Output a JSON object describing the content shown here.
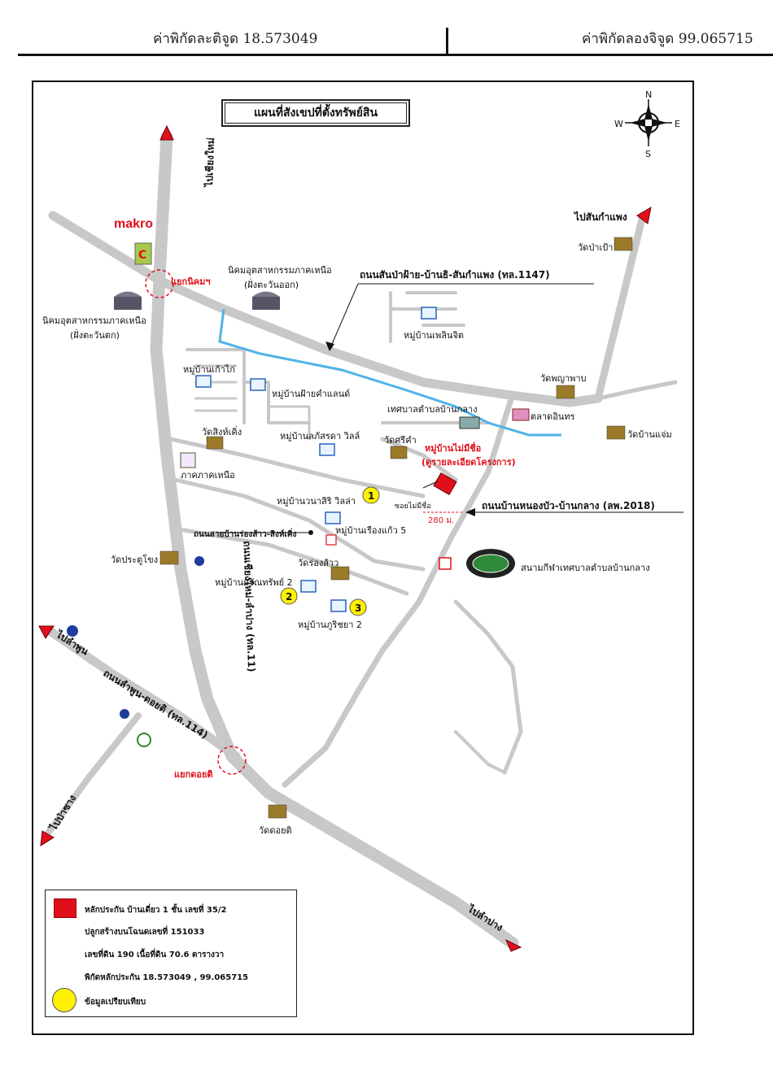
{
  "header": {
    "latitude_text": "ค่าพิกัดละติจูด 18.573049",
    "longitude_text": "ค่าพิกัดลองจิจูด 99.065715"
  },
  "map": {
    "title": "แผนที่สังเขปที่ตั้งทรัพย์สิน",
    "compass": {
      "n": "N",
      "s": "S",
      "e": "E",
      "w": "W"
    },
    "roads": {
      "to_chiang_mai": "ไปเชียงใหม่",
      "to_san_kamphaeng": "ไปสันกำแพง",
      "to_lamphun": "ไปลำพูน",
      "to_pa_sang": "ไปป่าซาง",
      "to_lampang": "ไปลำปาง",
      "hwy_1147": "ถนนสันป่าฝ้าย-บ้านธิ-สันกำแพง (ทล.1147)",
      "hwy_11": "ถนนเชียงใหม่-ลำปาง (ทล.11)",
      "hwy_114": "ถนนลำพูน-ดอยติ (ทล.114)",
      "lp_2018": "ถนนบ้านหนองบัว-บ้านกลาง (ลพ.2018)",
      "soi_rong_sao": "ถนนสายบ้านร่องส้าว-สิงห์เคิ่ง"
    },
    "places": {
      "makro": "makro",
      "yaek_nikhom": "แยกนิคมฯ",
      "yaek_doi_ti": "แยกดอยติ",
      "ind_east_1": "นิคมอุตสาหกรรมภาคเหนือ",
      "ind_east_2": "(ฝั่งตะวันออก)",
      "ind_west_1": "นิคมอุตสาหกรรมภาคเหนือ",
      "ind_west_2": "(ฝั่งตะวันตก)",
      "wat_pa_pao": "วัดป่าเป้า",
      "wat_phaya_phap": "วัดพญาพาบ",
      "wat_ban_chaem": "วัดบ้านแจ่ม",
      "talat_inthon": "ตลาดอินทร",
      "thesaban": "เทศบาลตำบลบ้านกลาง",
      "mb_phloen_chit": "หมู่บ้านเพลินจิต",
      "mb_lao_kai": "หมู่บ้านเก้าไก่",
      "mb_fai_kham": "หมู่บ้านฝ้ายคำแลนด์",
      "wat_sing_khoeng": "วัดสิงห์เคิ่ง",
      "mb_lalisa": "หมู่บ้านลภัสรดา วิลล์",
      "wat_si_kham": "วัดศรีคำ",
      "subject_1": "หมู่บ้านไม่มีชื่อ",
      "subject_2": "(ดูรายละเอียดโครงการ)",
      "police": "ภาคภาคเหนือ",
      "mb_wanasiri": "หมู่บ้านวนาสิริ วิลล่า",
      "mb_rueang_kaew": "หมู่บ้านเรืองแก้ว 5",
      "soi_label": "ซอยไม่มีชื่อ",
      "distance": "280 ม.",
      "wat_pratu_khong": "วัดประตูโขง",
      "wat_rong_sao": "วัดร่องส้าว",
      "mb_sarin_sap": "หมู่บ้านศรัณทรัพย์ 2",
      "mb_phuri_chaya": "หมู่บ้านภูริชยา 2",
      "stadium": "สนามกีฬาเทศบาลตำบลบ้านกลาง",
      "wat_doi_ti": "วัดดอยติ"
    },
    "markers": {
      "c1": "1",
      "c2": "2",
      "c3": "3"
    }
  },
  "legend": {
    "line1": "หลักประกัน  บ้านเดี่ยว 1 ชั้น  เลขที่ 35/2",
    "line2": "ปลูกสร้างบนโฉนดเลขที่  151033",
    "line3": "เลขที่ดิน 190  เนื้อที่ดิน 70.6 ตารางวา",
    "line4": "พิกัดหลักประกัน 18.573049 , 99.065715",
    "line5": "ข้อมูลเปรียบเทียบ"
  },
  "colors": {
    "road": "#c8c8c8",
    "river": "#4fb3e8",
    "accent_red": "#e0101a",
    "marker_yellow": "#fff200"
  }
}
